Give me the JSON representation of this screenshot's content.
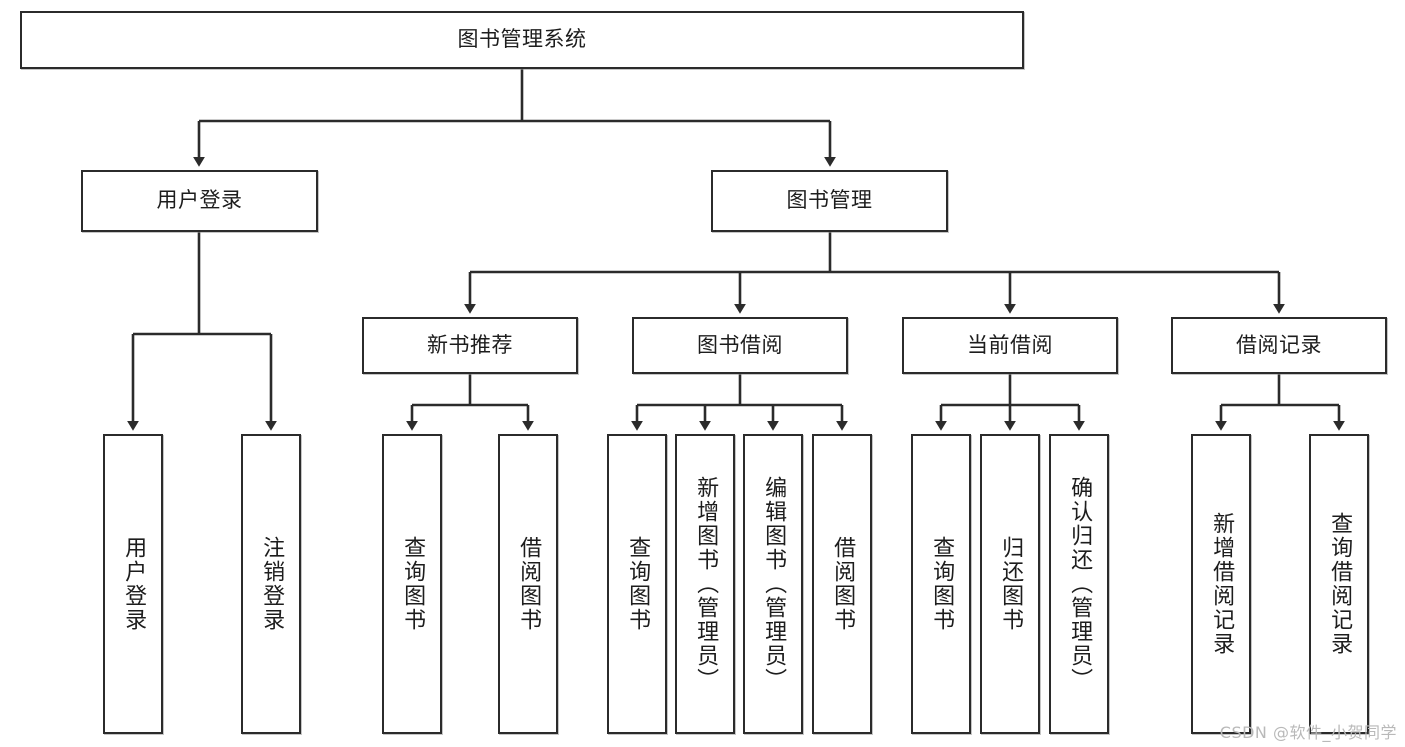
{
  "diagram": {
    "type": "tree",
    "title": "图书管理系统",
    "root": {
      "label": "图书管理系统"
    },
    "level2": [
      {
        "label": "用户登录"
      },
      {
        "label": "图书管理"
      }
    ],
    "level3": [
      {
        "label": "新书推荐"
      },
      {
        "label": "图书借阅"
      },
      {
        "label": "当前借阅"
      },
      {
        "label": "借阅记录"
      }
    ],
    "leaves": {
      "user_login": [
        {
          "label": "用户登录"
        },
        {
          "label": "注销登录"
        }
      ],
      "new_book_recommend": [
        {
          "label": "查询图书"
        },
        {
          "label": "借阅图书"
        }
      ],
      "book_borrow": [
        {
          "label": "查询图书"
        },
        {
          "label": "新增图书（管理员）"
        },
        {
          "label": "编辑图书（管理员）"
        },
        {
          "label": "借阅图书"
        }
      ],
      "current_borrow": [
        {
          "label": "查询图书"
        },
        {
          "label": "归还图书"
        },
        {
          "label": "确认归还（管理员）"
        }
      ],
      "borrow_record": [
        {
          "label": "新增借阅记录"
        },
        {
          "label": "查询借阅记录"
        }
      ]
    }
  },
  "watermark": {
    "text": "CSDN @软件_小贺同学"
  },
  "colors": {
    "box_border": "#2b2b2b",
    "box_fill": "#ffffff",
    "line": "#2b2b2b",
    "text": "#1d1d1d",
    "watermark": "#b9b9b9"
  }
}
